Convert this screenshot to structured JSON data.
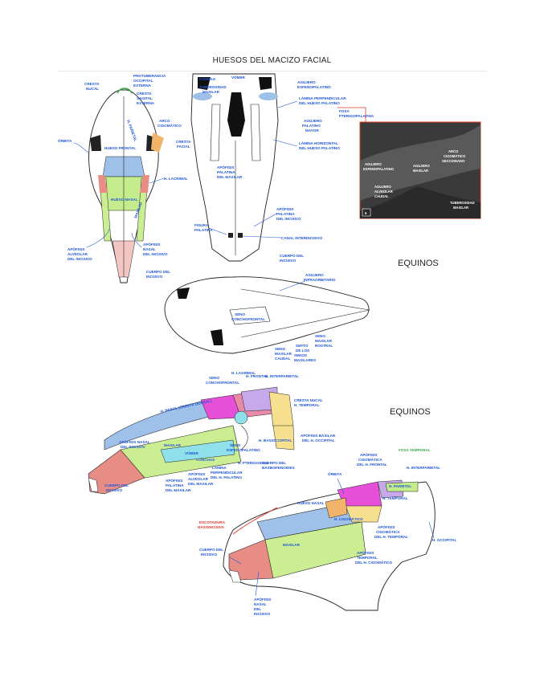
{
  "title": "HUESOS DEL MACIZO FACIAL",
  "section_labels": [
    "EQUINOS",
    "EQUINOS"
  ],
  "colors": {
    "label_blue": "#1f56d6",
    "label_red": "#e0382b",
    "label_green": "#3aa845",
    "frontal_blue": "#9fc0e8",
    "nasal_green": "#c5ec8c",
    "maxilar_green": "#cbee92",
    "incisivo_red": "#e88d86",
    "lacrimal_pink": "#e88aa8",
    "cigomatico_orange": "#f2b46a",
    "parietal_purple": "#c7a8ea",
    "temporal_magenta": "#e64fd8",
    "occipital_yellow": "#f6df8f",
    "cyan": "#8fe0ea"
  },
  "dorsal_view": {
    "labels": {
      "cresta_nucal": "CRESTA NUCAL",
      "protuberancia": "PROTUBERANCIA OCCIPITAL EXTERNA",
      "cresta_sagital": "CRESTA SAGITAL EXTERNA",
      "parietal": "H. PARIETAL",
      "arco": "ARCO CIGOMÁTICO",
      "orbita": "ÓRBITA",
      "frontal": "HUESO FRONTAL",
      "cresta_facial": "CRESTA FACIAL",
      "lacrimal": "H. LACRIMAL",
      "nasal": "HUESO NASAL",
      "maxilar": "MAXILAR",
      "apofisis_nasal": "APÓFISIS NASAL DEL INCISIVO",
      "apofisis_alveolar": "APÓFISIS ALVEOLAR DEL INCISIVO",
      "cuerpo_incisivo": "CUERPO DEL INCISIVO"
    }
  },
  "ventral_view": {
    "labels": {
      "coanas": "COANAS",
      "vomer": "VÓMER",
      "tuberosidad": "TUBEROSIDAD MAXILAR",
      "lamina_perpendicular": "LÁMINA PERPENDICULAR DEL HUESO PALATINO",
      "agujero_palatino": "AGUJERO PALATINO MAYOR",
      "lamina_horizontal": "LÁMINA HORIZONTAL DEL HUESO PALATINO",
      "apofisis_palatina_maxilar": "APÓFISIS PALATINA DEL MAXILAR",
      "apofisis_palatina_incisivo": "APÓFISIS PALATINA DEL INCISIVO",
      "fisura_palatina": "FISURA PALATINA",
      "canal_interincisivo": "CANAL INTERINCISIVO",
      "cuerpo_incisivo": "CUERPO DEL INCISIVO",
      "fosa_pterigopalatina": "FOSA PTERIGOPALATINA"
    }
  },
  "photo_panel": {
    "labels": {
      "arco": "ARCO CIGOMÁTICO SECCIONADO",
      "agujero_esfenopalatino": "AGUJERO ESFENOPALATINO",
      "agujero_maxilar": "AGUJERO MAXILAR",
      "agujero_alveolar": "AGUJERO ALVEOLAR CAUDAL",
      "tuberosidad": "TUBEROSIDAD MAXILAR"
    },
    "figure_number": "5"
  },
  "sinus_view": {
    "labels": {
      "agujero_infraorbitario": "AGUJERO INFRAORBITARIO",
      "seno_frontal": "SENO CONCHOFRONTAL",
      "seno_rostral": "SENO MAXILAR ROSTRAL",
      "seno_caudal": "SENO MAXILAR CAUDAL",
      "septo": "SEPTO DE LOS SENOS MAXILARES"
    }
  },
  "lateral_skull": {
    "labels": {
      "h_nasal": "H. NASAL (CRESTA DORSAL)",
      "seno_conchofrontal": "SENO CONCHOFRONTAL",
      "h_lagrimal": "H. LAGRIMAL",
      "h_frontal": "H. FRONTAL",
      "h_interparietal": "H. INTERPARIETAL",
      "cresta_nucal": "CRESTA NUCAL",
      "h_temporal": "H. TEMPORAL",
      "apofisis_nasal": "APÓFISIS NASAL DEL INCISIVO",
      "maxilar": "MAXILAR",
      "vomer": "VÓMER",
      "conchas": "CONCHAS",
      "h_basioccipital": "H. BASIOCCIPITAL",
      "apofisis_basilar": "APÓFISIS BASILAR DEL H. OCCIPITAL",
      "seno_esfenopalatino": "SENO ESFENOPALATINO",
      "h_pterigoides": "H. PTERIGOIDES",
      "cuerpo_basiesfenoides": "CUERPO DEL BASIESFENOIDES",
      "lamina_perpendicular": "LÁMINA PERPENDICULAR DEL H. PALATINO",
      "apofisis_alveolar_maxilar": "APÓFISIS ALVEOLAR DEL MAXILAR",
      "apofisis_palatina_maxilar": "APÓFISIS PALATINA DEL MAXILAR",
      "cuerpo_incisivo": "CUERPO DEL INCISIVO"
    }
  },
  "full_skull": {
    "labels": {
      "escotadura": "ESCOTADURA NASOINCISIVA",
      "cuerpo_incisivo": "CUERPO DEL INCISIVO",
      "hueso_nasal": "HUESO NASAL",
      "maxilar": "MAXILAR",
      "orbita": "ÓRBITA",
      "apofisis_cigomatica_frontal": "APÓFISIS CIGOMÁTICA DEL H. FRONTAL",
      "fosa_temporal": "FOSA TEMPORAL",
      "h_interparietal": "H. INTERPARIETAL",
      "h_parietal": "H. PARIETAL",
      "h_temporal": "H. TEMPORAL",
      "h_occipital": "H. OCCIPITAL",
      "h_cigomatico": "H. CIGOMÁTICO",
      "apofisis_cigomatica_temporal": "APÓFISIS CIGOMÁTICA DEL H. TEMPORAL",
      "apofisis_temporal": "APÓFISIS TEMPORAL DEL H. CIGOMÁTICO",
      "apofisis_nasal_incisivo": "APÓFISIS NASAL DEL INCISIVO"
    }
  }
}
